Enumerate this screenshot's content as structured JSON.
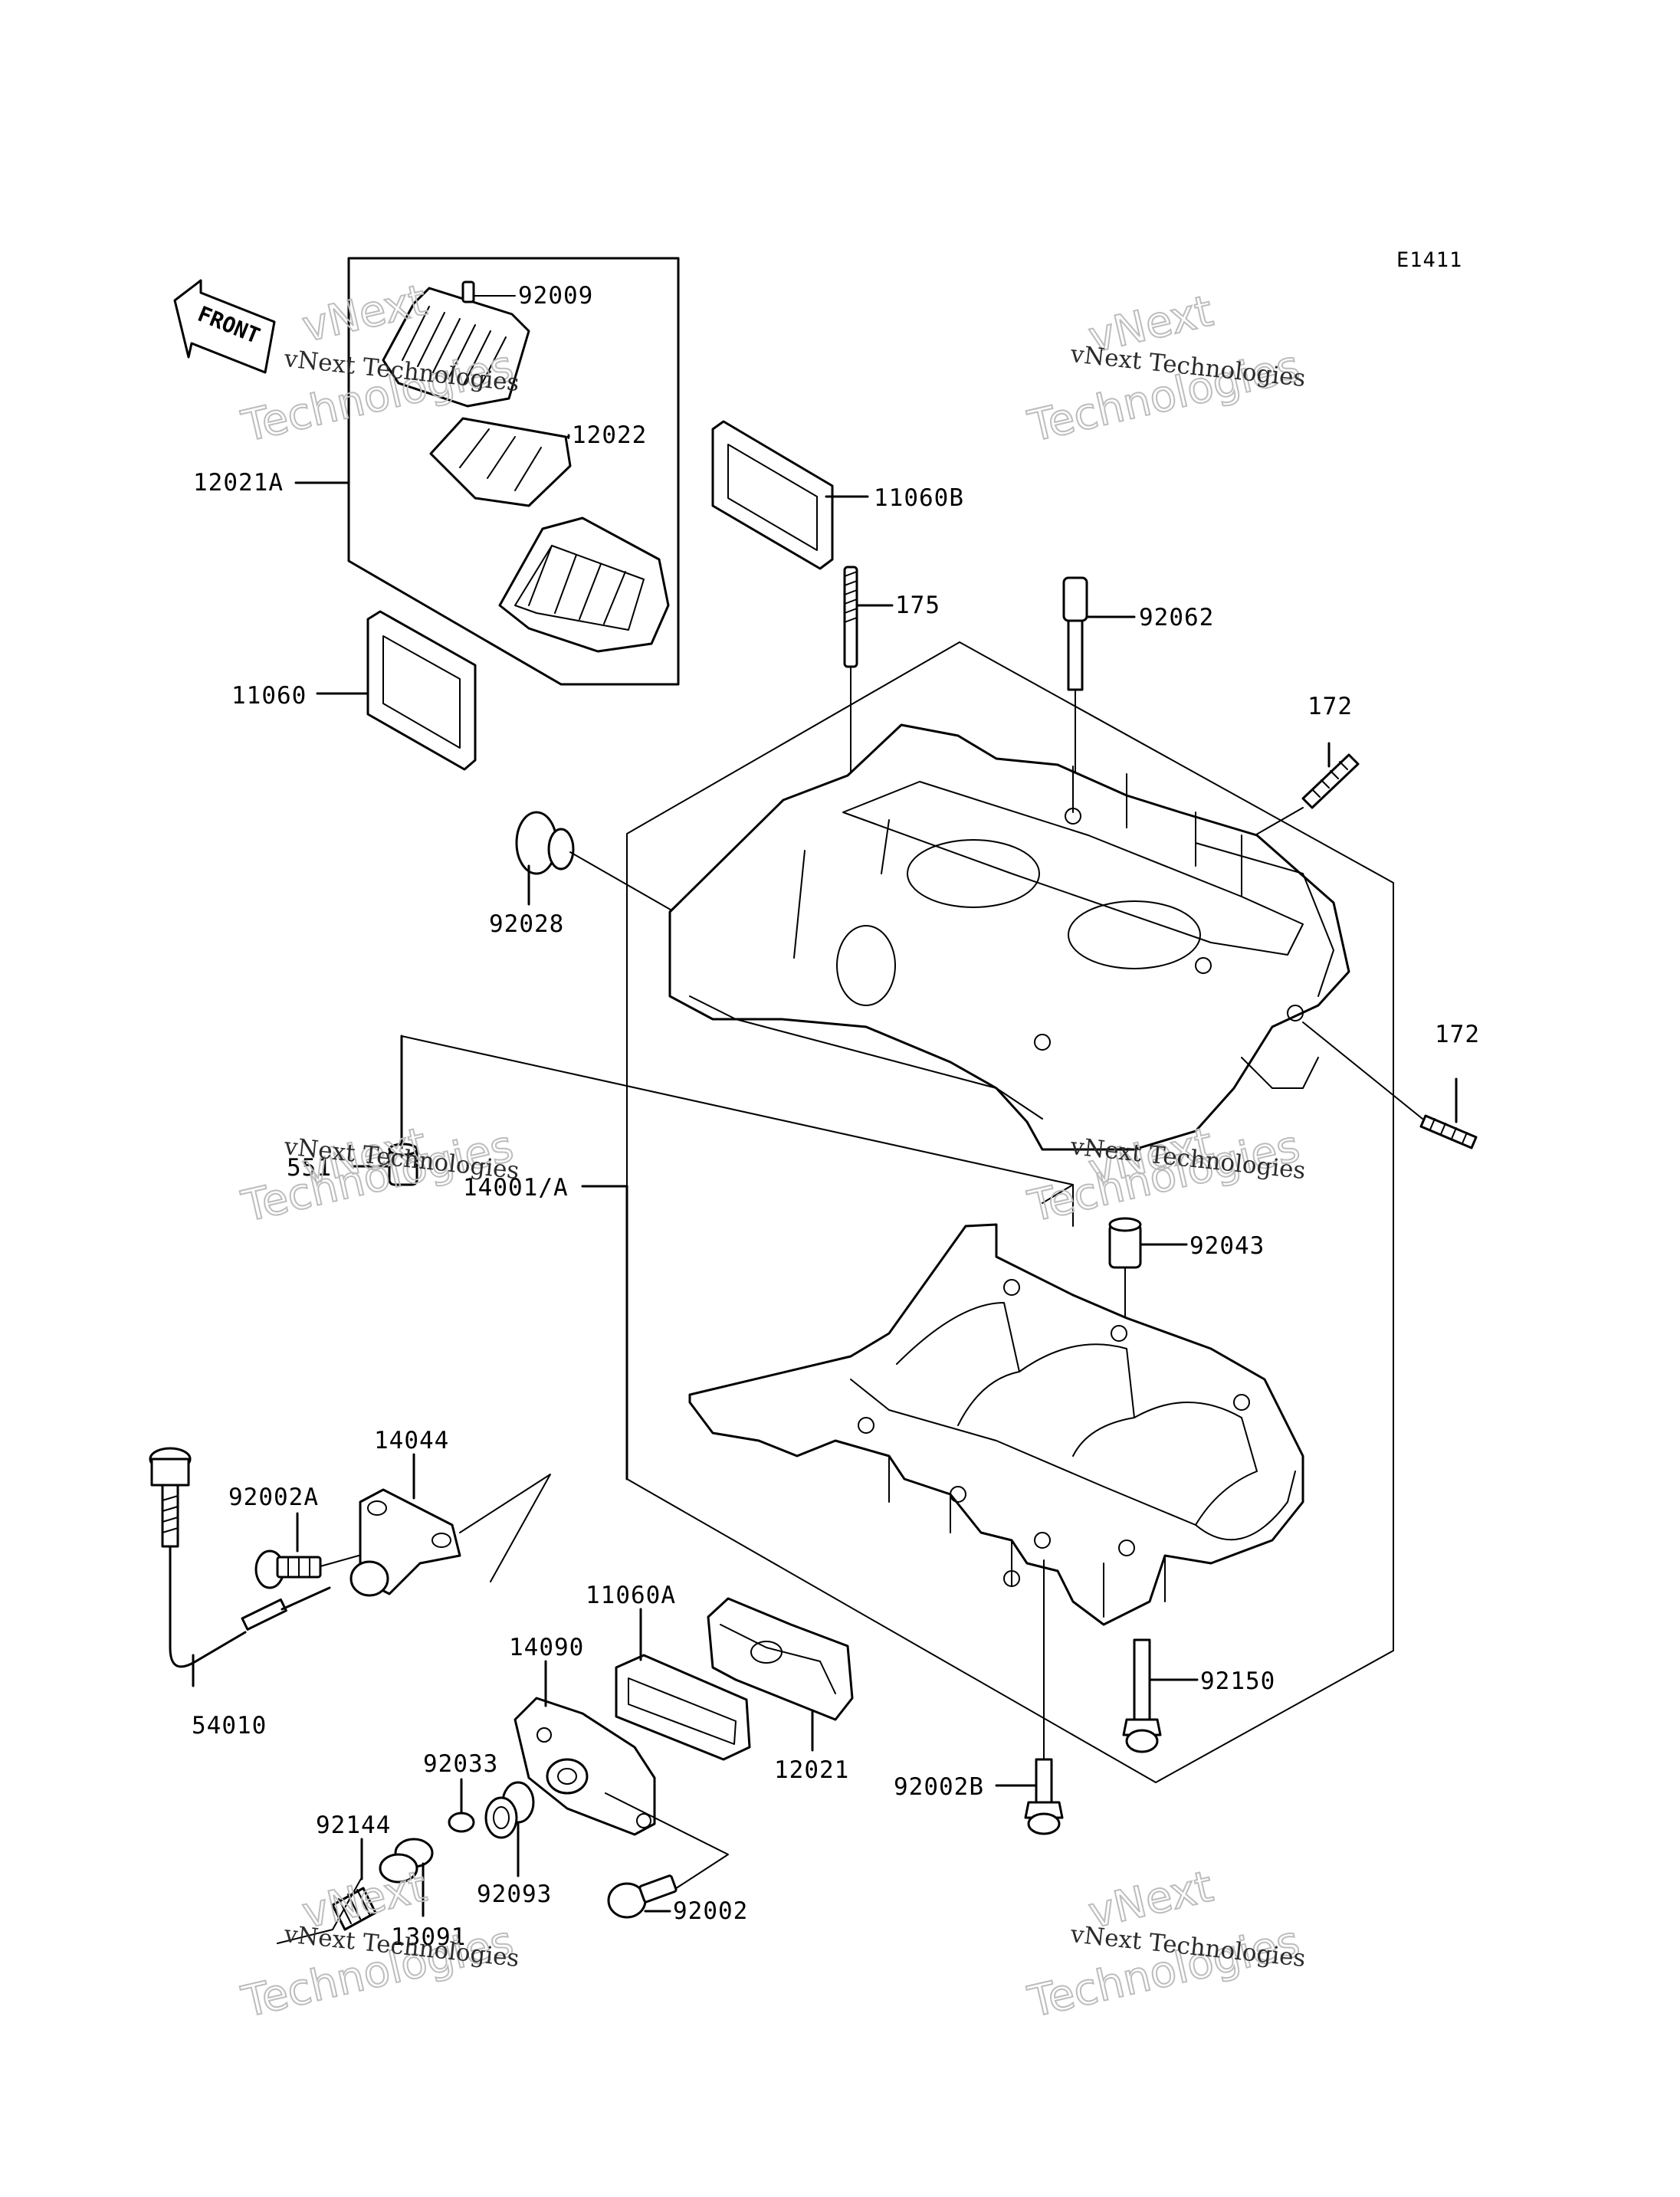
{
  "diagram": {
    "code": "E1411",
    "front_label": "FRONT",
    "watermark": {
      "line1": "vNext Technologies",
      "line2": "vNext Technologies"
    },
    "labels": {
      "p92009": "92009",
      "p12022": "12022",
      "p12021A": "12021A",
      "p11060B": "11060B",
      "p175": "175",
      "p92062": "92062",
      "p172a": "172",
      "p11060": "11060",
      "p92028": "92028",
      "p172b": "172",
      "p551": "551",
      "p14001A": "14001/A",
      "p92043": "92043",
      "p14044": "14044",
      "p92002A": "92002A",
      "p11060A": "11060A",
      "p14090": "14090",
      "p92150": "92150",
      "p54010": "54010",
      "p12021": "12021",
      "p92033": "92033",
      "p92002B": "92002B",
      "p92144": "92144",
      "p92093": "92093",
      "p92002": "92002",
      "p13091": "13091"
    }
  }
}
